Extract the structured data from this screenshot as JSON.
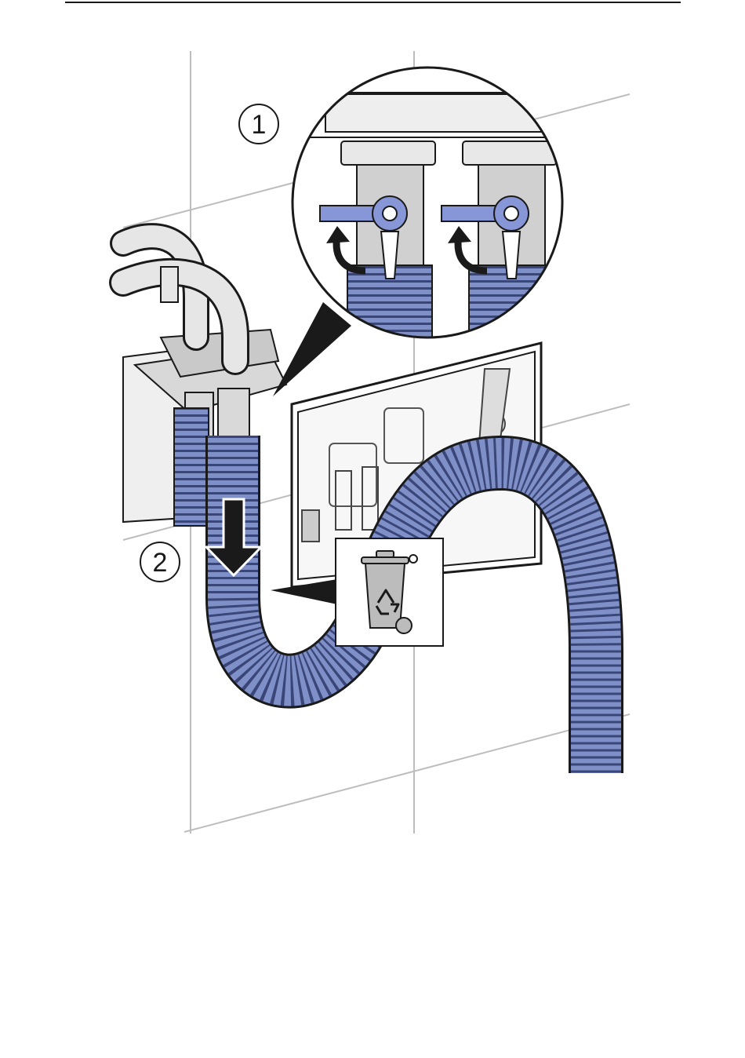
{
  "steps": [
    {
      "number": "1",
      "action": "turn-valves-closed"
    },
    {
      "number": "2",
      "action": "pull-hose-down"
    }
  ],
  "icons": {
    "recycle": "recycle-bin-icon",
    "arrow": "curved-arrow-icon",
    "down": "down-arrow-icon"
  },
  "colors": {
    "line": "#1a1a1a",
    "hose": "#7f90c9",
    "hose_dark": "#3a4678",
    "valve_handle": "#8796d6",
    "metal": "#cfcfcf",
    "tile_line": "#bdbdbd"
  }
}
